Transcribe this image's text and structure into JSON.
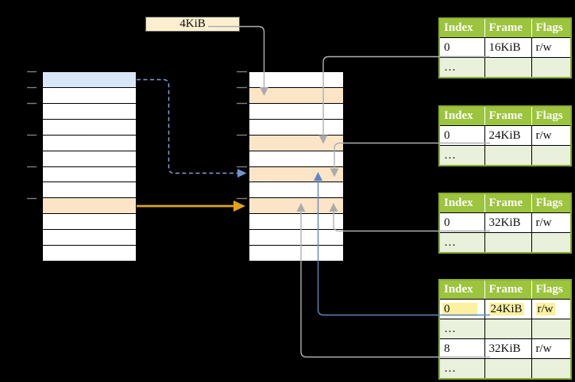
{
  "label_4kib": "4KiB",
  "memory_columns": {
    "left": {
      "cells": [
        "selected",
        "plain",
        "plain",
        "plain",
        "plain",
        "plain",
        "plain",
        "plain",
        "highlighted",
        "plain",
        "plain",
        "plain"
      ]
    },
    "middle": {
      "cells": [
        "plain",
        "highlighted",
        "plain",
        "plain",
        "highlighted",
        "plain",
        "highlighted",
        "plain",
        "highlighted",
        "plain",
        "plain",
        "plain"
      ]
    }
  },
  "tables": [
    {
      "headers": [
        "Index",
        "Frame",
        "Flags"
      ],
      "rows": [
        [
          "0",
          "16KiB",
          "r/w"
        ],
        [
          "…",
          "",
          ""
        ]
      ]
    },
    {
      "headers": [
        "Index",
        "Frame",
        "Flags"
      ],
      "rows": [
        [
          "0",
          "24KiB",
          "r/w"
        ],
        [
          "…",
          "",
          ""
        ]
      ]
    },
    {
      "headers": [
        "Index",
        "Frame",
        "Flags"
      ],
      "rows": [
        [
          "0",
          "32KiB",
          "r/w"
        ],
        [
          "…",
          "",
          ""
        ]
      ]
    },
    {
      "headers": [
        "Index",
        "Frame",
        "Flags"
      ],
      "rows": [
        [
          "0",
          "24KiB",
          "r/w"
        ],
        [
          "…",
          "",
          ""
        ],
        [
          "8",
          "32KiB",
          "r/w"
        ],
        [
          "…",
          "",
          ""
        ]
      ],
      "highlighted_row": 0
    }
  ],
  "colors": {
    "background": "#000000",
    "selected_page_blue": "#D9E6F8",
    "frame_highlight_orange": "#FCE4C7",
    "label_box_fill": "#FCEFCF",
    "table_header_green": "#9CC43D",
    "table_alt_row_green": "#E9F0DB",
    "table_border_green": "#8AAE31",
    "yellow_text_highlight": "#FBF19F",
    "connector_grey": "#B0B0B0",
    "connector_blue": "#5E86C6",
    "connector_blue_dashed": "#7CA1D8",
    "connector_orange": "#E2A417"
  }
}
